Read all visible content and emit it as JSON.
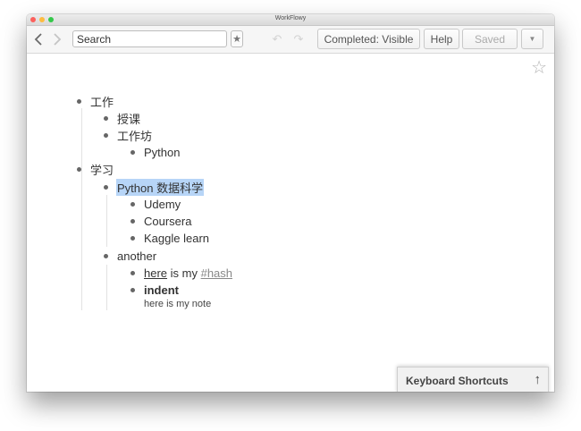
{
  "window": {
    "title": "WorkFlowy"
  },
  "toolbar": {
    "search_placeholder": "Search",
    "star_glyph": "★",
    "undo_glyph": "↶",
    "redo_glyph": "↷",
    "completed_label": "Completed: Visible",
    "help_label": "Help",
    "saved_label": "Saved",
    "more_glyph": "▼"
  },
  "favorite_glyph": "☆",
  "outline": {
    "item_work": "工作",
    "item_teaching": "授课",
    "item_workshop": "工作坊",
    "item_python": "Python",
    "item_study": "学习",
    "item_python_ds": "Python 数据科学",
    "item_udemy": "Udemy",
    "item_coursera": "Coursera",
    "item_kaggle": "Kaggle learn",
    "item_another": "another",
    "here_link": "here",
    "is_my_text": " is my ",
    "hash_tag": "#hash",
    "indent_label": "indent",
    "indent_note": "here is my note"
  },
  "keyboard_shortcuts": {
    "label": "Keyboard Shortcuts",
    "arrow_glyph": "↑"
  }
}
